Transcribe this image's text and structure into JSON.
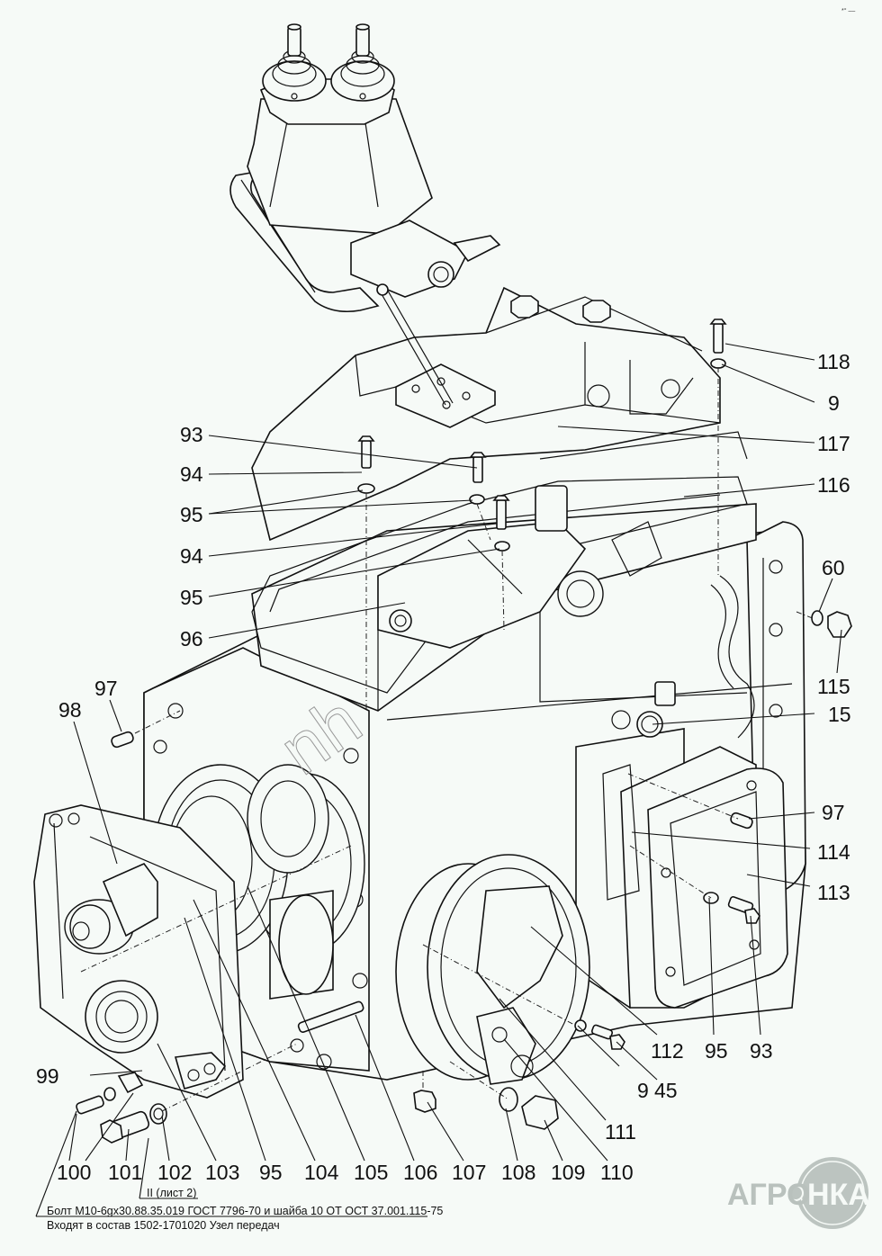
{
  "diagram": {
    "title": "Exploded view: gearbox housing assembly",
    "corner_mark": "*° ––",
    "callouts": [
      {
        "id": "c118",
        "label": "118"
      },
      {
        "id": "c9a",
        "label": "9"
      },
      {
        "id": "c93a",
        "label": "93"
      },
      {
        "id": "c117",
        "label": "117"
      },
      {
        "id": "c94a",
        "label": "94"
      },
      {
        "id": "c116",
        "label": "116"
      },
      {
        "id": "c95a",
        "label": "95"
      },
      {
        "id": "c94b",
        "label": "94"
      },
      {
        "id": "c60",
        "label": "60"
      },
      {
        "id": "c95b",
        "label": "95"
      },
      {
        "id": "c96",
        "label": "96"
      },
      {
        "id": "c115",
        "label": "115"
      },
      {
        "id": "c97a",
        "label": "97"
      },
      {
        "id": "c98",
        "label": "98"
      },
      {
        "id": "c15",
        "label": "15"
      },
      {
        "id": "c97b",
        "label": "97"
      },
      {
        "id": "c114",
        "label": "114"
      },
      {
        "id": "c113",
        "label": "113"
      },
      {
        "id": "c112",
        "label": "112"
      },
      {
        "id": "c95c",
        "label": "95"
      },
      {
        "id": "c93b",
        "label": "93"
      },
      {
        "id": "c9b",
        "label": "9"
      },
      {
        "id": "c45",
        "label": "45"
      },
      {
        "id": "c111",
        "label": "111"
      },
      {
        "id": "c99",
        "label": "99"
      },
      {
        "id": "c100",
        "label": "100"
      },
      {
        "id": "c101",
        "label": "101"
      },
      {
        "id": "c102",
        "label": "102"
      },
      {
        "id": "c103",
        "label": "103"
      },
      {
        "id": "c95d",
        "label": "95"
      },
      {
        "id": "c104",
        "label": "104"
      },
      {
        "id": "c105",
        "label": "105"
      },
      {
        "id": "c106",
        "label": "106"
      },
      {
        "id": "c107",
        "label": "107"
      },
      {
        "id": "c108",
        "label": "108"
      },
      {
        "id": "c109",
        "label": "109"
      },
      {
        "id": "c110",
        "label": "110"
      }
    ],
    "reference_note": "II (лист 2)",
    "bolt_note": "Болт М10-6gx30.88.35.019 ГОСТ 7796-70 и шайба 10 ОТ ОСТ 37.001.115-75",
    "assembly_note": "Входят в состав 1502-1701020 Узел передач",
    "watermark": "nh",
    "logo": {
      "left": "АГРО",
      "right": "НКА"
    }
  }
}
